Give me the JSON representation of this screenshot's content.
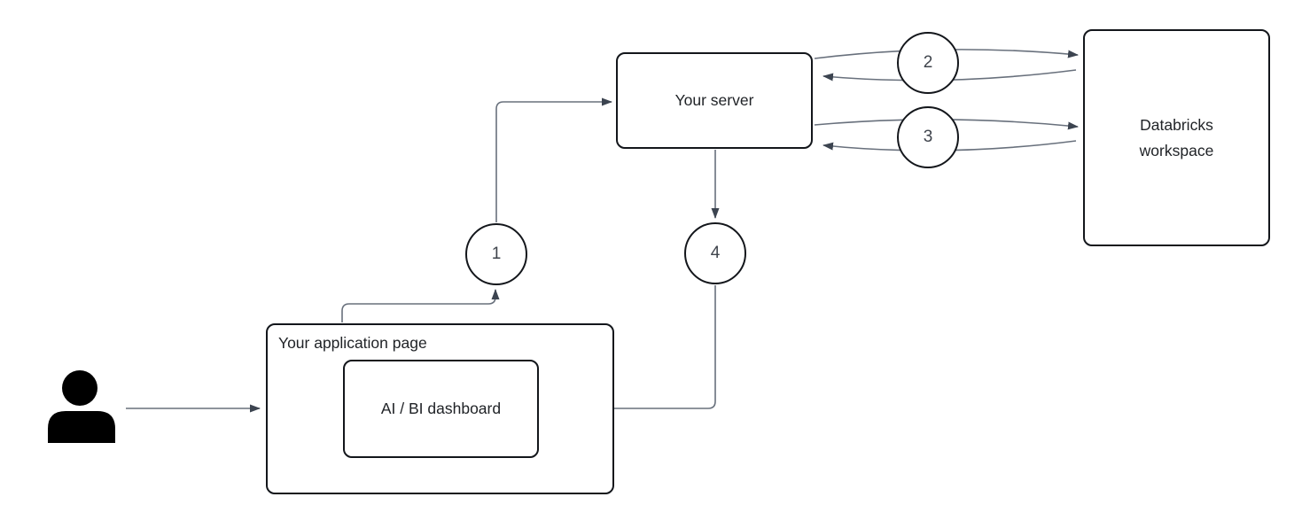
{
  "nodes": {
    "user": {
      "icon": "person-icon"
    },
    "app": {
      "label": "Your application page"
    },
    "dashboard": {
      "label": "AI / BI dashboard"
    },
    "server": {
      "label": "Your server"
    },
    "databricks": {
      "label_line1": "Databricks",
      "label_line2": "workspace"
    }
  },
  "steps": [
    {
      "number": "1"
    },
    {
      "number": "2"
    },
    {
      "number": "3"
    },
    {
      "number": "4"
    }
  ],
  "connectors": [
    {
      "from": "user",
      "to": "app",
      "step": null,
      "bidirectional": false
    },
    {
      "from": "app",
      "to": "server",
      "step": "1",
      "bidirectional": false
    },
    {
      "from": "server",
      "to": "databricks",
      "step": "2",
      "bidirectional": true
    },
    {
      "from": "server",
      "to": "databricks",
      "step": "3",
      "bidirectional": true
    },
    {
      "from": "server",
      "to": "dashboard",
      "step": "4",
      "bidirectional": false
    }
  ],
  "colors": {
    "box_border": "#13161b",
    "connector": "#68707c",
    "arrowhead": "#3c4450",
    "text": "#202327",
    "number": "#3f444c",
    "background": "#ffffff",
    "icon": "#000000"
  }
}
